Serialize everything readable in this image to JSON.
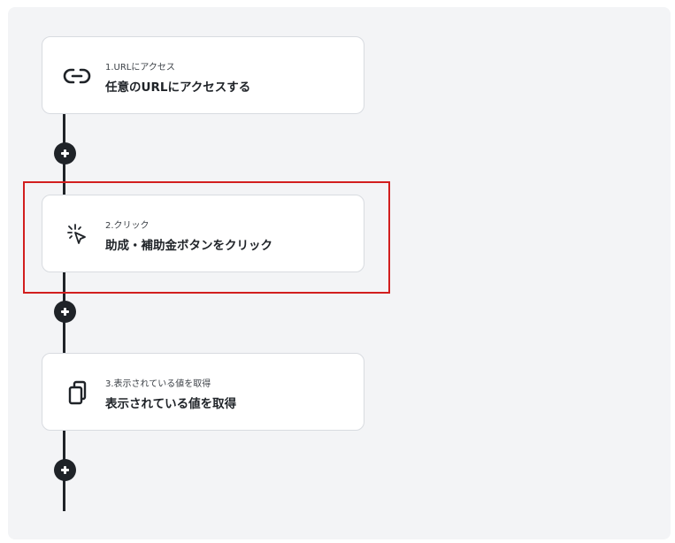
{
  "steps": [
    {
      "label": "1.URLにアクセス",
      "title": "任意のURLにアクセスする",
      "icon": "link-icon"
    },
    {
      "label": "2.クリック",
      "title": "助成・補助金ボタンをクリック",
      "icon": "cursor-click-icon"
    },
    {
      "label": "3.表示されている値を取得",
      "title": "表示されている値を取得",
      "icon": "copy-icon"
    }
  ],
  "colors": {
    "canvas_bg": "#f3f4f6",
    "card_bg": "#ffffff",
    "line": "#1f2328",
    "highlight": "#d21e1e"
  }
}
